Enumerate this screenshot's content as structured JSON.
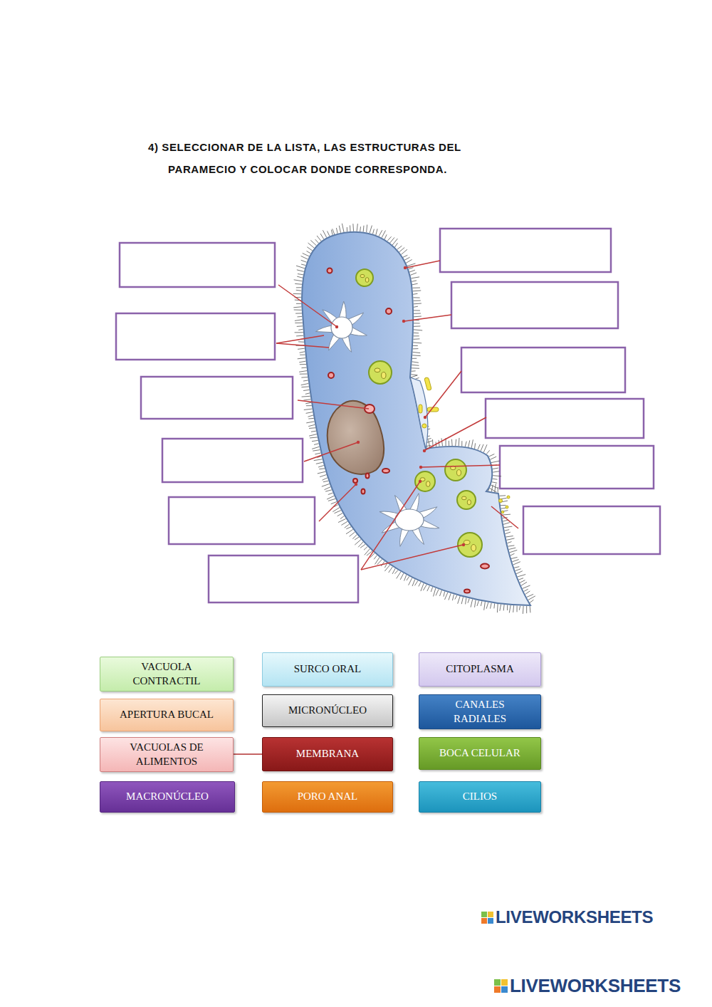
{
  "diagram": {
    "title": "4) SELECCIONAR DE LA LISTA, LAS ESTRUCTURAS DEL PARAMECIO Y COLOCAR DONDE CORRESPONDA.",
    "nodes": [
      {
        "text": [
          "VACUOLA CONTRACTIL"
        ]
      },
      {
        "text": [
          "SURCO ORAL"
        ]
      },
      {
        "text": [
          "CITOPLASMA"
        ]
      },
      {
        "text": [
          "APERTURA BUCAL"
        ]
      },
      {
        "text": [
          "MICRONÚCLEO"
        ]
      },
      {
        "text": [
          "CANALES RADIALES"
        ]
      },
      {
        "text": [
          "VACUOLAS DE ALIMENTOS"
        ]
      },
      {
        "text": [
          "MEMBRANA"
        ]
      },
      {
        "text": [
          "BOCA CELULAR"
        ]
      },
      {
        "text": [
          "MACRONÚCLEO"
        ]
      },
      {
        "text": [
          "PORO ANAL"
        ]
      },
      {
        "text": [
          "CILIOS"
        ]
      }
    ],
    "edges": [
      {
        "from": 6,
        "to": 7,
        "arrow": "none"
      }
    ],
    "labels": [
      "LIVEWORKSHEETS",
      "LIVEWORKSHEETS"
    ]
  }
}
